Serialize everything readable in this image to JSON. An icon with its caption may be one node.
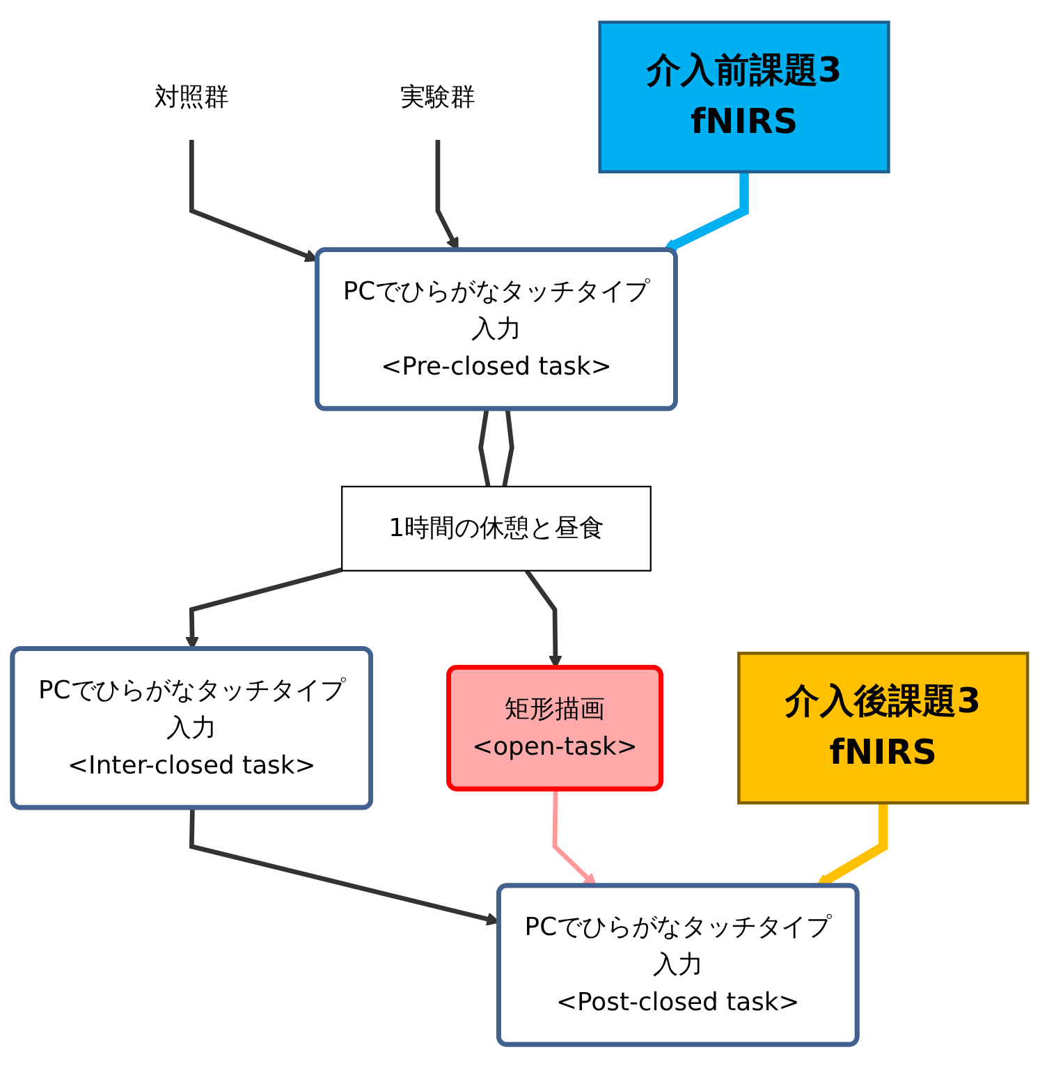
{
  "diagram": {
    "nodes": [
      {
        "text": [
          "対照群"
        ]
      },
      {
        "text": [
          "実験群"
        ]
      },
      {
        "text": [
          "PCでひらがなタッチタイプ入力",
          "<Pre-closed task>"
        ]
      },
      {
        "text": [
          "介入前課題3",
          "fNIRS"
        ]
      },
      {
        "text": [
          "1時間の休憩と昼食"
        ]
      },
      {
        "text": [
          "PCでひらがなタッチタイプ入力",
          "<Inter-closed task>"
        ]
      },
      {
        "text": [
          "矩形描画",
          "<open-task>"
        ]
      },
      {
        "text": [
          "PCでひらがなタッチタイプ入力",
          "<Post-closed task>"
        ]
      },
      {
        "text": [
          "介入後課題3",
          "fNIRS"
        ]
      }
    ],
    "edges": [
      {
        "from": 0,
        "to": 2,
        "arrow": "to"
      },
      {
        "from": 1,
        "to": 2,
        "arrow": "to"
      },
      {
        "from": 3,
        "to": 2,
        "arrow": "to",
        "style": "thick",
        "color": "#00b0f0"
      },
      {
        "from": 2,
        "to": 4,
        "arrow": "none"
      },
      {
        "from": 2,
        "to": 4,
        "arrow": "none"
      },
      {
        "from": 4,
        "to": 5,
        "arrow": "to"
      },
      {
        "from": 4,
        "to": 6,
        "arrow": "to"
      },
      {
        "from": 5,
        "to": 7,
        "arrow": "to"
      },
      {
        "from": 6,
        "to": 7,
        "arrow": "to",
        "color": "#ff9999"
      },
      {
        "from": 8,
        "to": 7,
        "arrow": "to",
        "style": "thick",
        "color": "#ffc000"
      }
    ]
  }
}
